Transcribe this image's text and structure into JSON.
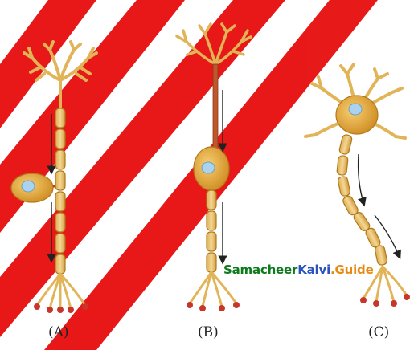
{
  "labels": {
    "a": "(A)",
    "b": "(B)",
    "c": "(C)"
  },
  "watermark": {
    "part1": "Samacheer",
    "part2": "Kalvi",
    "part3": ".Guide"
  },
  "colors": {
    "neuron_body": "#e8a93a",
    "neuron_outline": "#b07a1c",
    "dendrite": "#e8bf6a",
    "nucleus": "#a9d3ee",
    "axon_terminal": "#c8362a",
    "watermark_diagonal": "#d60000",
    "arrow": "#222222"
  }
}
